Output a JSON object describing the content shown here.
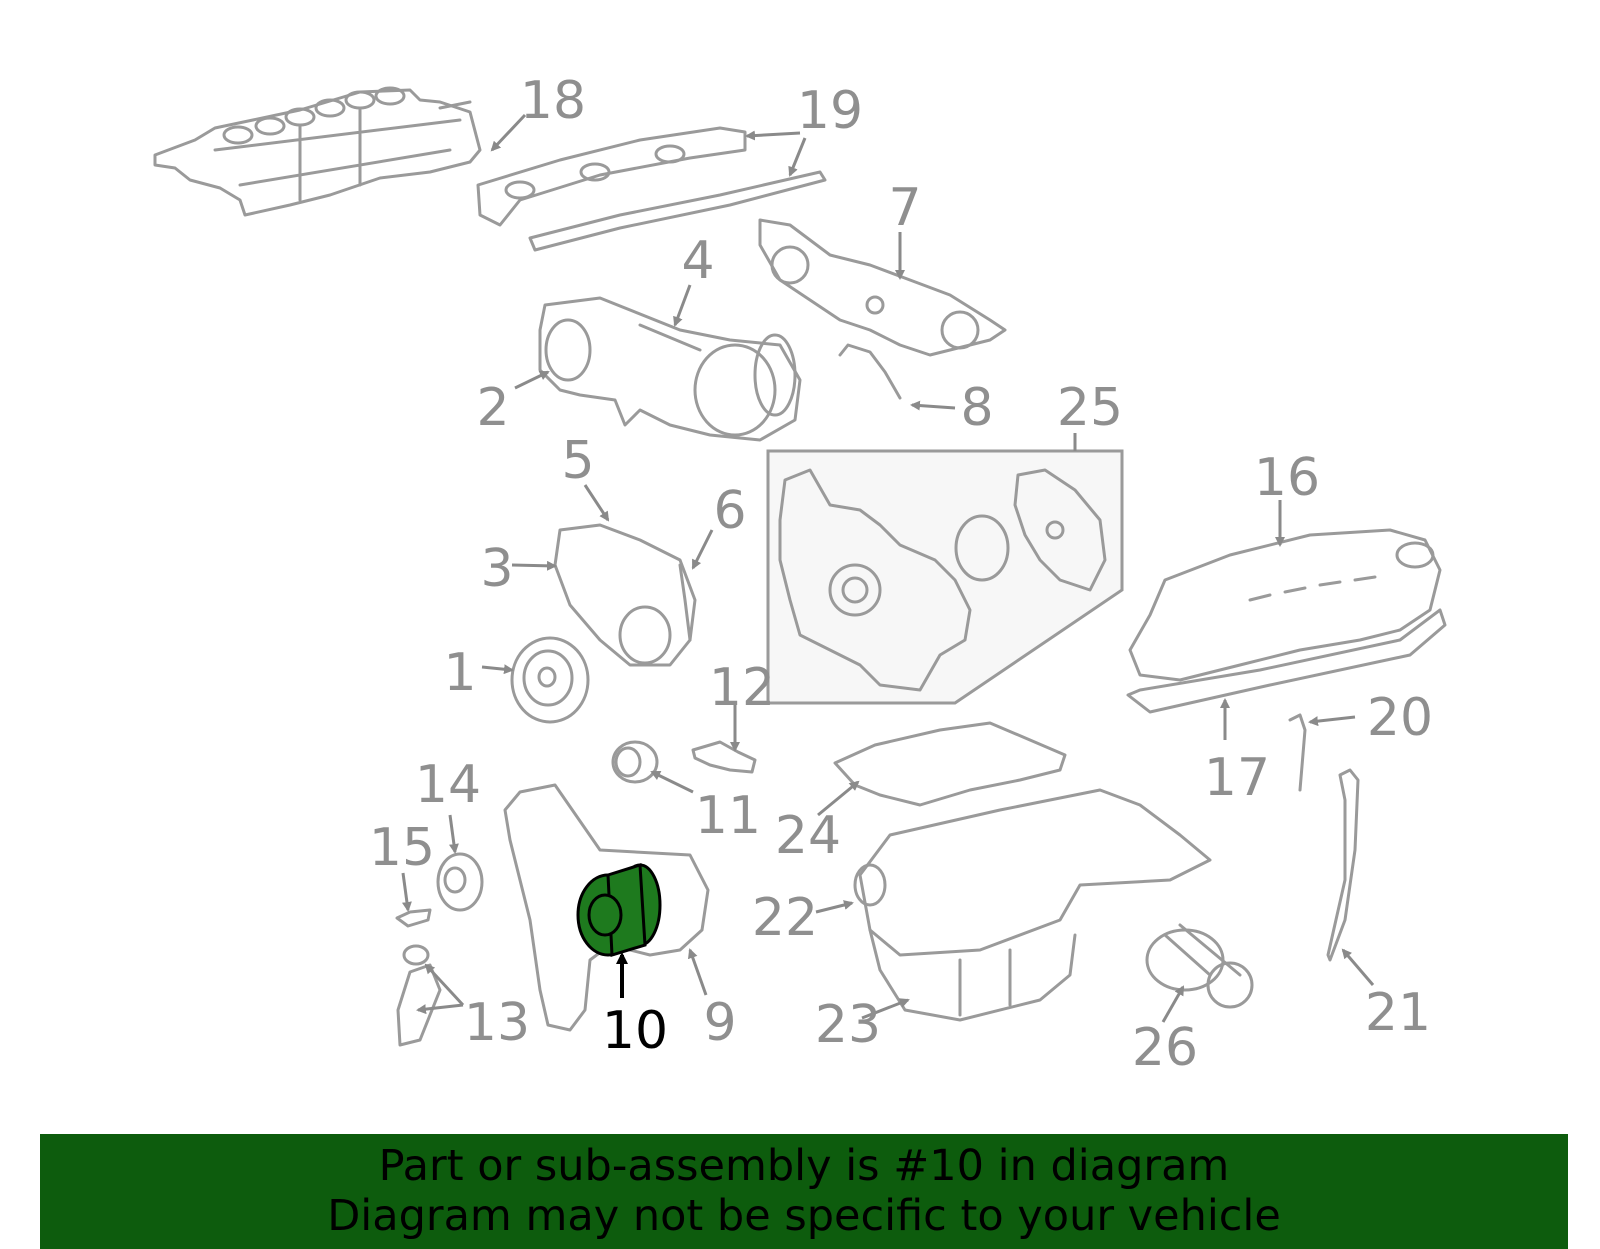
{
  "diagram": {
    "highlighted_part": "10",
    "highlight_color": "#1e7a1e",
    "callouts": {
      "c1": "1",
      "c2": "2",
      "c3": "3",
      "c4": "4",
      "c5": "5",
      "c6": "6",
      "c7": "7",
      "c8": "8",
      "c9": "9",
      "c10": "10",
      "c11": "11",
      "c12": "12",
      "c13": "13",
      "c14": "14",
      "c15": "15",
      "c16": "16",
      "c17": "17",
      "c18": "18",
      "c19": "19",
      "c20": "20",
      "c21": "21",
      "c22": "22",
      "c23": "23",
      "c24": "24",
      "c25": "25",
      "c26": "26"
    }
  },
  "banner": {
    "line1": "Part or sub-assembly is #10 in diagram",
    "line2": "Diagram may not be specific to your vehicle",
    "background": "#0d5c0d"
  }
}
